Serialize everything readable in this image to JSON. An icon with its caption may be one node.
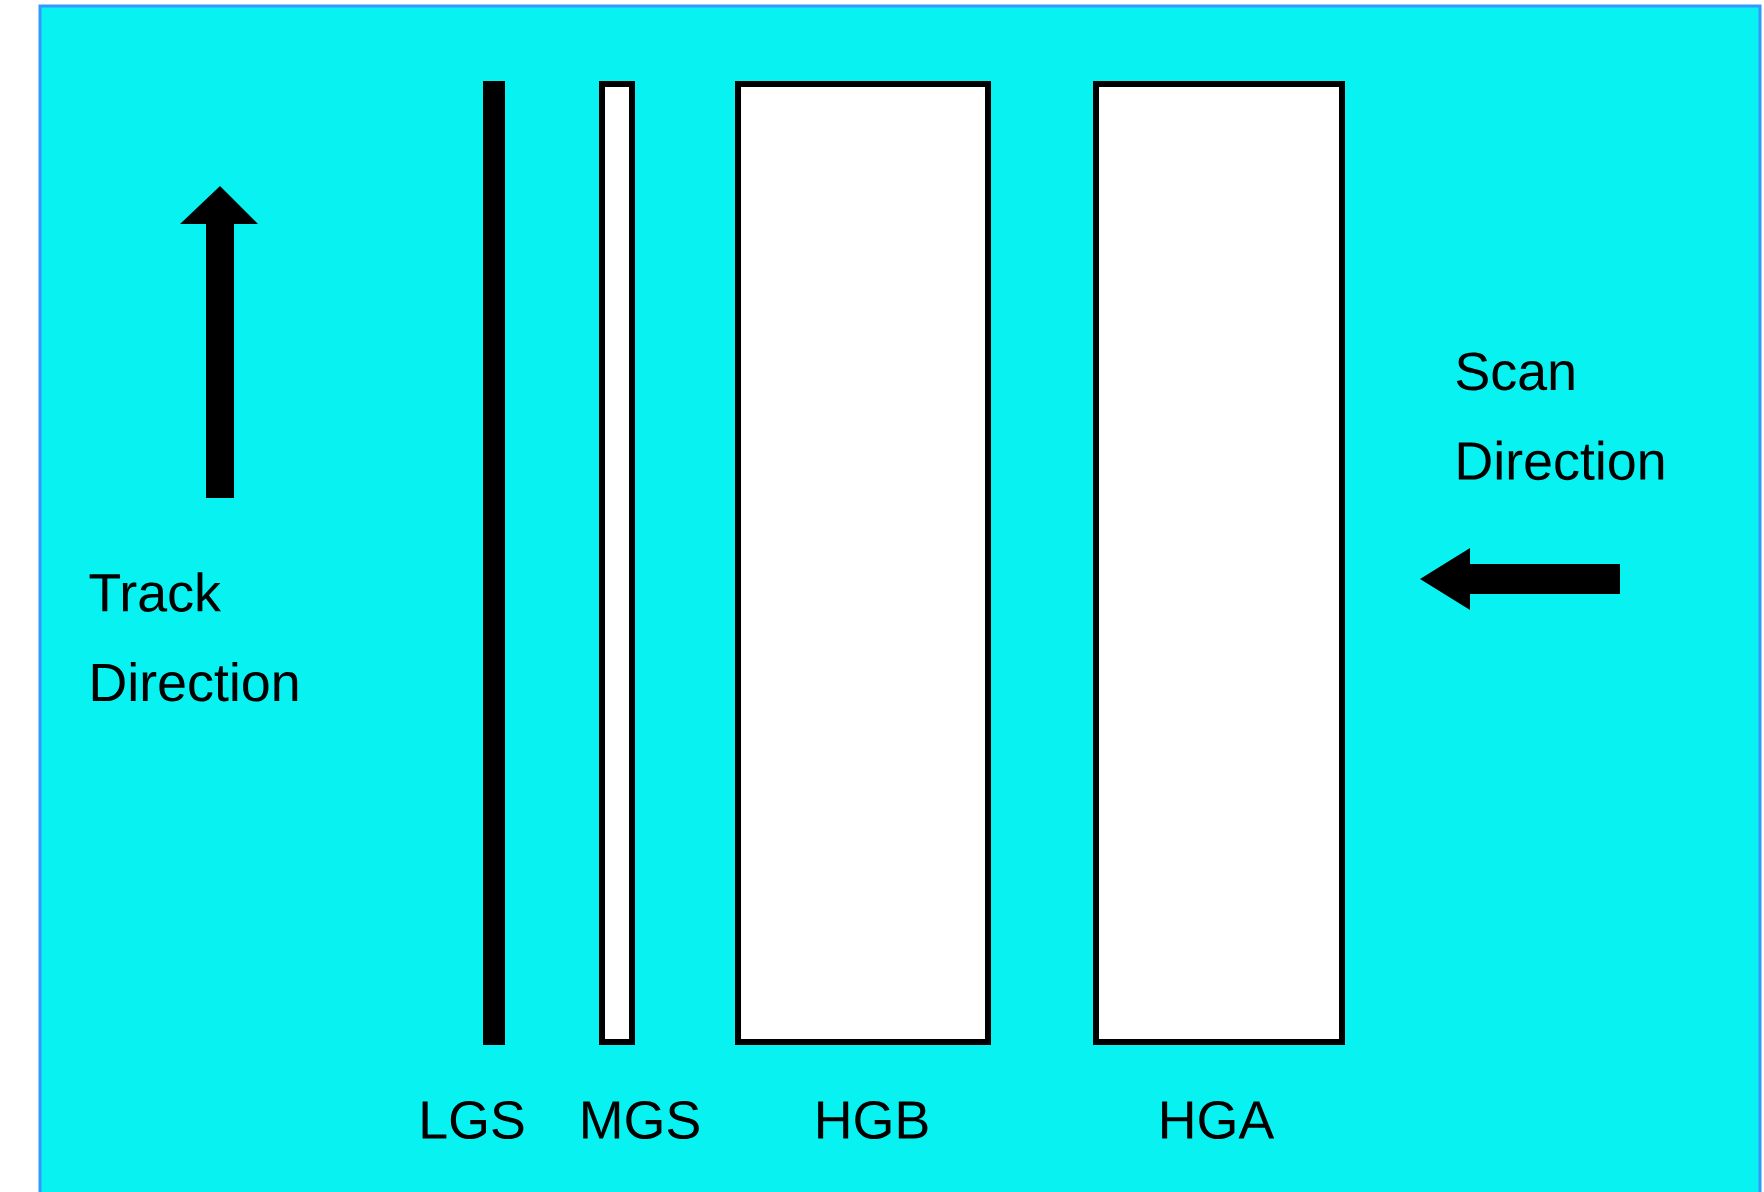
{
  "diagram": {
    "nodes": [
      {
        "text": [
          "LGS"
        ]
      },
      {
        "text": [
          "MGS"
        ]
      },
      {
        "text": [
          "HGB"
        ]
      },
      {
        "text": [
          "HGA"
        ]
      }
    ],
    "edges": [],
    "labels": [
      "Track Direction",
      "Scan Direction"
    ]
  }
}
